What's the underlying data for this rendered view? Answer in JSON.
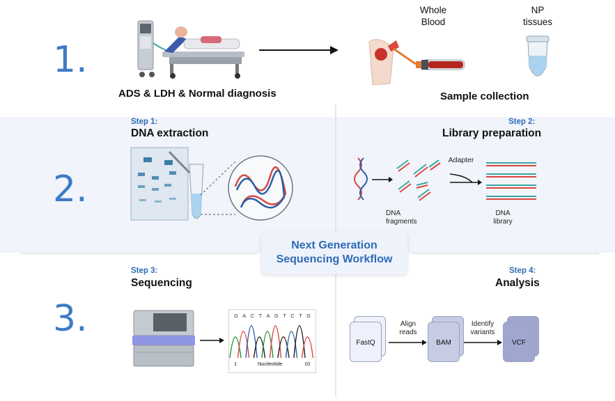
{
  "step_numbers": [
    "1.",
    "2.",
    "3."
  ],
  "row1": {
    "left_caption": "ADS & LDH & Normal diagnosis",
    "right_caption": "Sample collection",
    "whole_blood_label": [
      "Whole",
      "Blood"
    ],
    "np_tissues_label": [
      "NP",
      "tissues"
    ]
  },
  "center_title": [
    "Next Generation",
    "Sequencing Workflow"
  ],
  "step1": {
    "label": "Step 1:",
    "title": "DNA extraction"
  },
  "step2": {
    "label": "Step 2:",
    "title": "Library preparation",
    "adapter": "Adapter",
    "fragments_label": [
      "DNA",
      "fragments"
    ],
    "library_label": [
      "DNA",
      "library"
    ]
  },
  "step3": {
    "label": "Step 3:",
    "title": "Sequencing",
    "sequence": [
      "G",
      "A",
      "C",
      "T",
      "A",
      "G",
      "T",
      "C",
      "T",
      "G"
    ],
    "axis_start": "1",
    "axis_end": "10",
    "axis_label": "Nucleotide"
  },
  "step4": {
    "label": "Step 4:",
    "title": "Analysis",
    "files": [
      "FastQ",
      "BAM",
      "VCF"
    ],
    "arrow1": [
      "Align",
      "reads"
    ],
    "arrow2": [
      "Identify",
      "variants"
    ]
  },
  "colors": {
    "accent": "#3d7bc6",
    "step_blue": "#2f6bb5",
    "band": "#f1f4fa",
    "dna_red": "#d9473f",
    "dna_teal": "#3ba6a6",
    "dna_blue": "#2b5fa8"
  }
}
